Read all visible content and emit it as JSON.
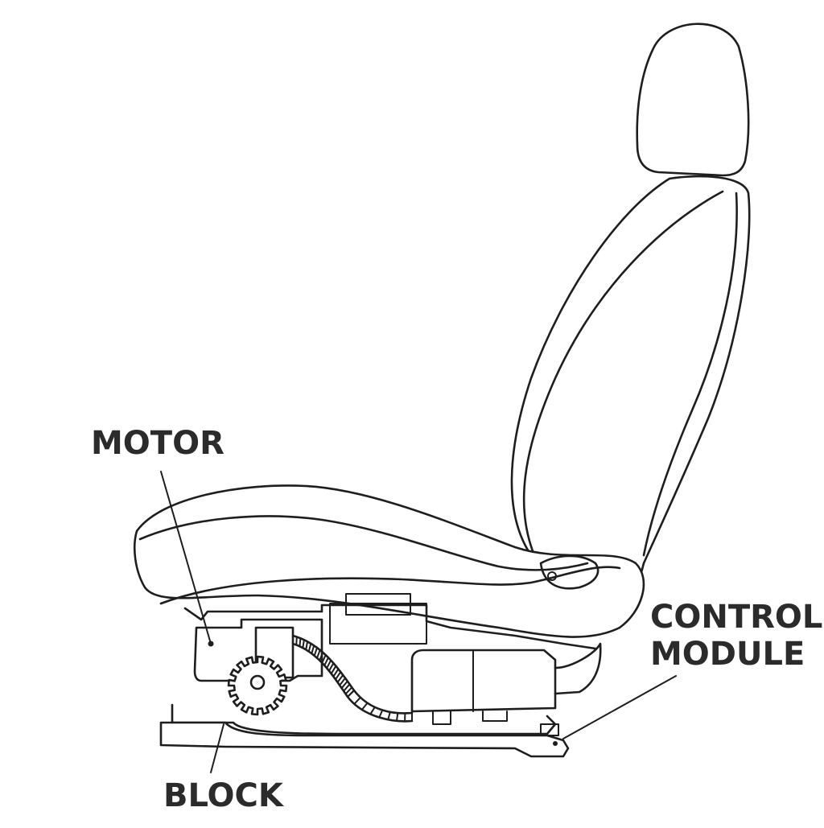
{
  "labels": {
    "motor": "MOTOR",
    "control_line1": "CONTROL",
    "control_line2": "MODULE",
    "block": "BLOCK"
  },
  "colors": {
    "line": "#1e1e1e",
    "text": "#2b2b2b",
    "background": "#ffffff"
  }
}
